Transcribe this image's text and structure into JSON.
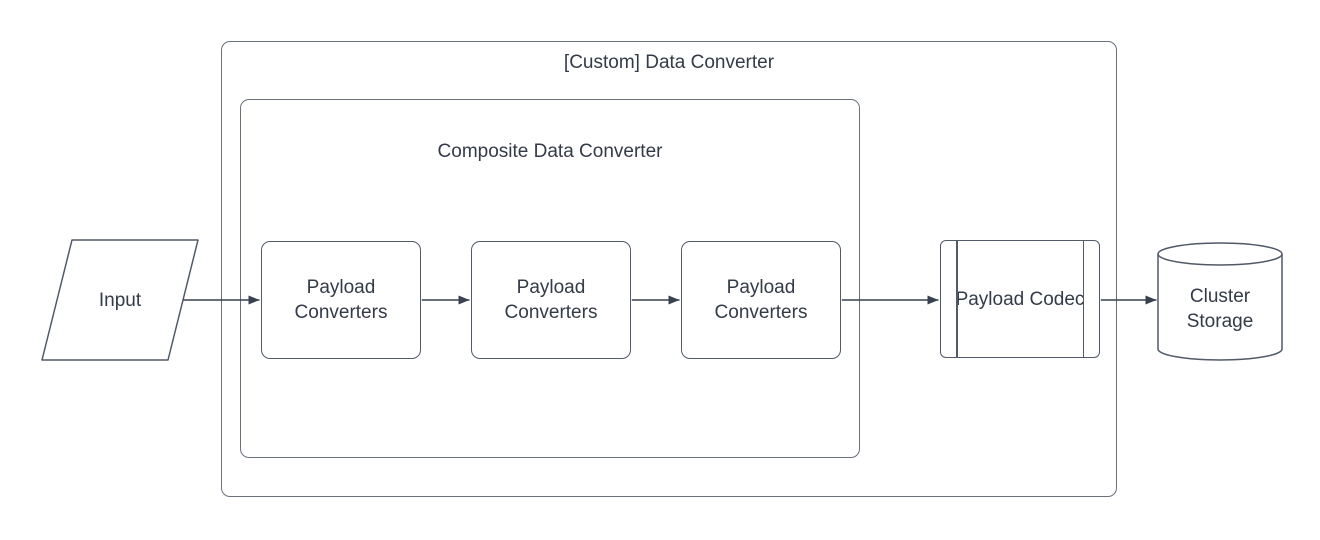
{
  "diagram": {
    "type": "flowchart",
    "colors": {
      "background": "#ffffff",
      "text": "#333b48",
      "container_stroke": "#6a717d",
      "shape_stroke": "#515a68",
      "arrow": "#39414f"
    },
    "containers": {
      "custom": {
        "label": "[Custom] Data Converter"
      },
      "composite": {
        "label": "Composite Data Converter"
      }
    },
    "nodes": {
      "input": {
        "label": "Input",
        "shape": "parallelogram"
      },
      "converter1": {
        "label": "Payload Converters",
        "shape": "rounded-rect"
      },
      "converter2": {
        "label": "Payload Converters",
        "shape": "rounded-rect"
      },
      "converter3": {
        "label": "Payload Converters",
        "shape": "rounded-rect"
      },
      "codec": {
        "label": "Payload Codec",
        "shape": "predefined-process"
      },
      "storage": {
        "label": "Cluster Storage",
        "shape": "cylinder"
      }
    },
    "edges": [
      {
        "from": "input",
        "to": "converter1"
      },
      {
        "from": "converter1",
        "to": "converter2"
      },
      {
        "from": "converter2",
        "to": "converter3"
      },
      {
        "from": "converter3",
        "to": "codec"
      },
      {
        "from": "codec",
        "to": "storage"
      }
    ]
  }
}
